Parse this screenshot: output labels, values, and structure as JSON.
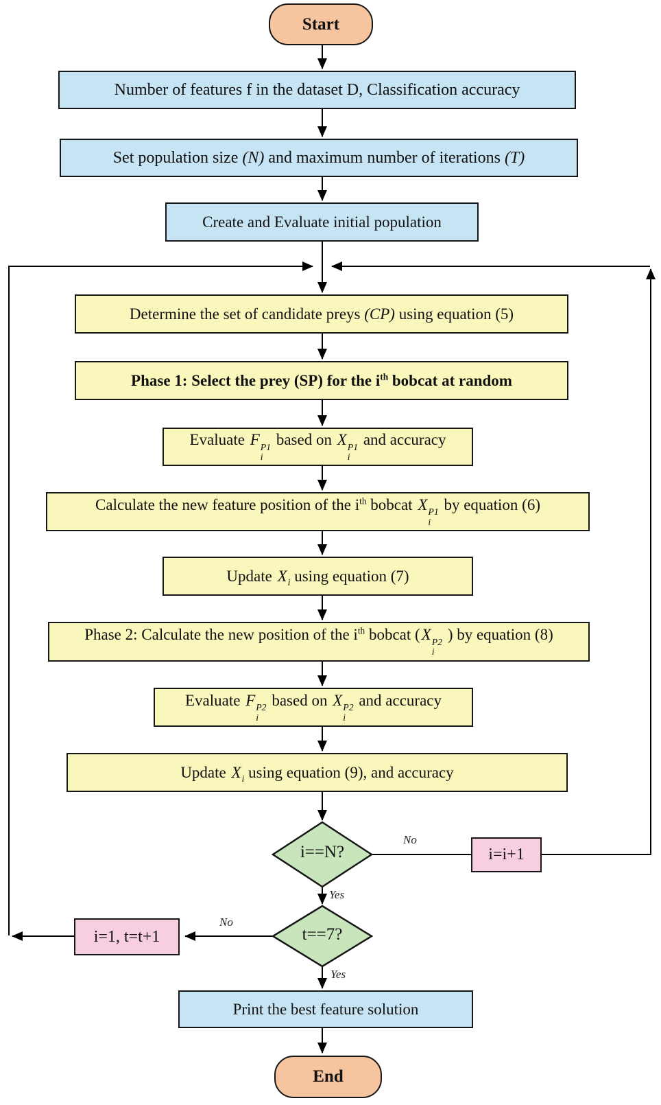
{
  "title": "Bobcat feature-selection algorithm flowchart",
  "colors": {
    "terminal": "#f6c49e",
    "io_blue": "#c6e4f4",
    "process_yellow": "#faf7bd",
    "decision_green": "#c8e5bc",
    "counter_pink": "#f8cfe1",
    "line": "#000000"
  },
  "nodes": {
    "start": "Start",
    "features": "Number of features f in the dataset D, Classification accuracy",
    "population": {
      "p1": "Set population size ",
      "n": "(N)",
      "p2": " and maximum number of iterations ",
      "t": "(T)"
    },
    "create": "Create and Evaluate initial population",
    "candidate": {
      "p1": "Determine the set of candidate preys ",
      "cp": "(CP)",
      "p2": " using equation (5)"
    },
    "phase1": {
      "p1": "Phase 1: Select the prey (SP) for the i",
      "sup": "th",
      "p2": " bobcat at random"
    },
    "evaluate_p1": {
      "p1": "Evaluate ",
      "f": "F",
      "fsup": "P1",
      "fsub": "i",
      "p2": " based on ",
      "x": "X",
      "xsup": "P1",
      "xsub": "i",
      "p3": " and accuracy"
    },
    "calc_p1": {
      "p1": "Calculate the new feature position of the i",
      "sup": "th",
      "p2": " bobcat ",
      "x": "X",
      "xsup": "P1",
      "xsub": "i",
      "p3": " by equation (6)"
    },
    "update_7": {
      "p1": "Update ",
      "x": "X",
      "xsub": "i",
      "p2": " using equation (7)"
    },
    "phase2": {
      "p1": "Phase 2: Calculate the new position of the i",
      "sup": "th",
      "p2": " bobcat (",
      "x": "X",
      "xsup": "P2",
      "xsub": "i",
      "p3": " ) by equation (8)"
    },
    "evaluate_p2": {
      "p1": "Evaluate ",
      "f": "F",
      "fsup": "P2",
      "fsub": "i",
      "p2": " based on ",
      "x": "X",
      "xsup": "P2",
      "xsub": "i",
      "p3": " and accuracy"
    },
    "update_9": {
      "p1": "Update ",
      "x": "X",
      "xsub": "i",
      "p2": " using equation (9), and accuracy"
    },
    "check_i": "i==N?",
    "inc_i": "i=i+1",
    "check_t": "t==7?",
    "reset": "i=1, t=t+1",
    "print": "Print the best feature solution",
    "end": "End"
  },
  "edge_labels": {
    "no_i": "No",
    "yes_i": "Yes",
    "no_t": "No",
    "yes_t": "Yes"
  }
}
